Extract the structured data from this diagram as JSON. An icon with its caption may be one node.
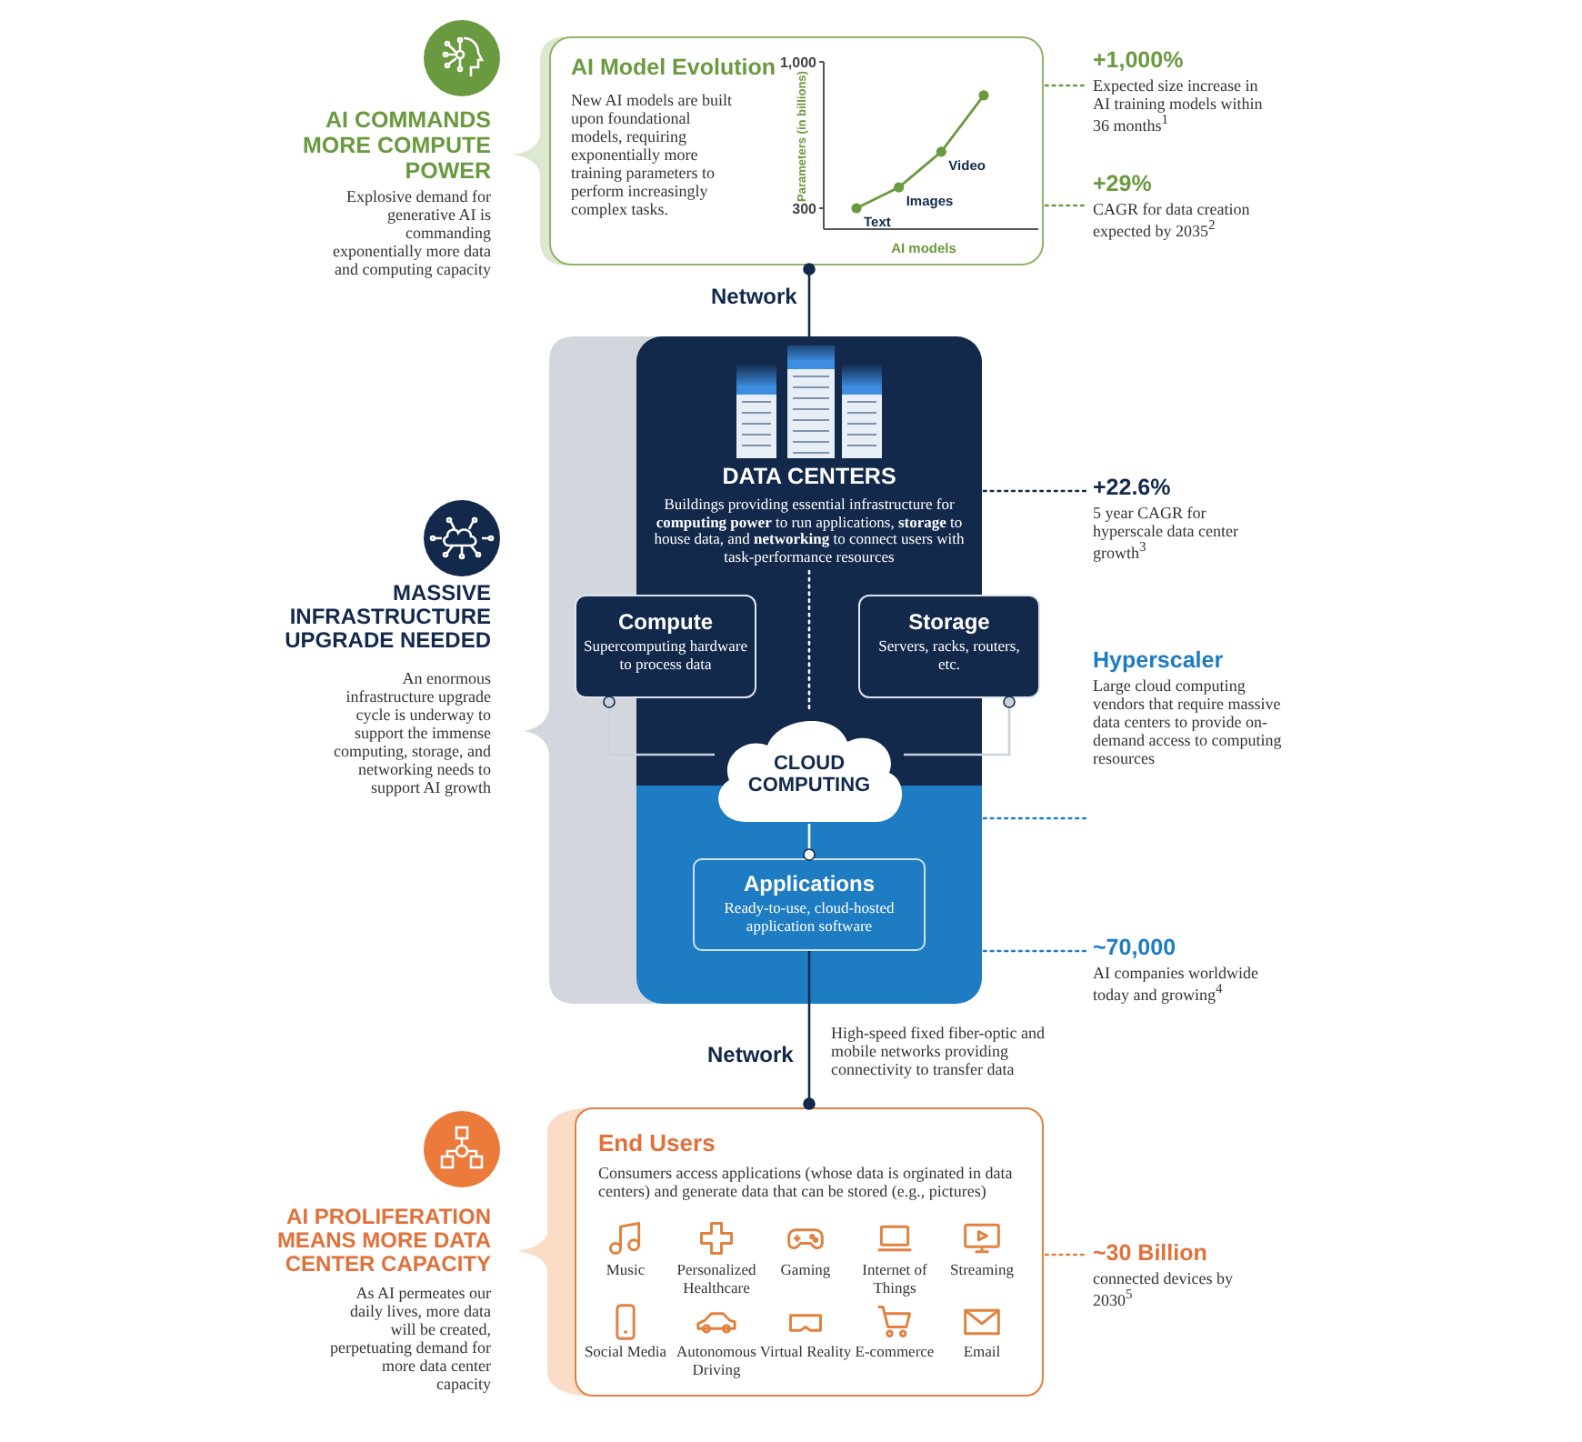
{
  "diagram": {
    "nodes": [
      {
        "text": [
          "AI Model Evolution",
          "New AI models are built upon foundational models, requiring exponentially more training parameters to perform increasingly complex tasks."
        ]
      },
      {
        "text": [
          "+1,000%",
          "Expected size increase in AI training models within 36 months$^{1}$"
        ]
      },
      {
        "text": [
          "+29%",
          "CAGR for data creation expected by 2035$^{2}$"
        ]
      },
      {
        "text": [
          "DATA CENTERS",
          "Buildings providing essential infrastructure for **computing power** to run applications, **storage** to house data, and **networking** to connect users with task-performance resources"
        ]
      },
      {
        "text": [
          "+22.6%",
          "5 year CAGR for hyperscale data center growth$^{3}$"
        ]
      },
      {
        "text": [
          "Compute",
          "Supercomputing hardware to process data"
        ]
      },
      {
        "text": [
          "Storage",
          "Servers, racks, routers, etc."
        ]
      },
      {
        "text": [
          "CLOUD COMPUTING"
        ],
        "in": 3
      },
      {
        "text": [
          "Hyperscaler",
          "Large cloud computing vendors that require massive data centers to provide on-demand access to computing resources"
        ]
      },
      {
        "text": [
          "Applications",
          "Ready-to-use, cloud-hosted application software"
        ],
        "in": 3
      },
      {
        "text": [
          "~70,000",
          "AI companies worldwide today and growing$^{4}$"
        ]
      },
      {
        "text": [
          "End Users",
          "Consumers access applications (whose data is orginated in data centers) and generate data that can be stored (e.g., pictures)"
        ]
      },
      {
        "text": [
          "~30 Billion",
          "connected devices by 2030$^{5}$"
        ]
      }
    ],
    "edges": [
      {
        "from": 3,
        "to": 0,
        "arrow": "other",
        "label": "Network",
        "color": "#13294b"
      },
      {
        "from": 9,
        "to": 11,
        "arrow": "other",
        "label": "Network",
        "color": "#13294b"
      },
      {
        "from": 0,
        "to": 1,
        "arrow": "none",
        "style": "dashed",
        "color": "#6a9a3f"
      },
      {
        "from": 0,
        "to": 2,
        "arrow": "none",
        "style": "dashed",
        "color": "#6a9a3f"
      },
      {
        "from": 3,
        "to": 4,
        "arrow": "none",
        "style": "dashed",
        "color": "#13294b"
      },
      {
        "from": 3,
        "to": 8,
        "arrow": "none",
        "style": "dashed",
        "color": "#1e7cc2"
      },
      {
        "from": 3,
        "to": 10,
        "arrow": "none",
        "style": "dashed",
        "color": "#1e7cc2"
      },
      {
        "from": 11,
        "to": 12,
        "arrow": "none",
        "style": "dashed",
        "color": "#e0813f"
      },
      {
        "from": 7,
        "to": 5,
        "arrow": "other",
        "color": "#c9d1dc"
      },
      {
        "from": 7,
        "to": 6,
        "arrow": "other",
        "color": "#c9d1dc"
      },
      {
        "from": 7,
        "to": 9,
        "arrow": "other",
        "color": "#ffffff"
      },
      {
        "from": 3,
        "to": 7,
        "arrow": "none",
        "style": "dashed",
        "color": "#ffffff"
      }
    ],
    "labels": [
      "AI COMMANDS MORE COMPUTE POWER",
      "Explosive demand for generative AI is commanding exponentially more data and computing capacity",
      "MASSIVE INFRASTRUCTURE UPGRADE NEEDED",
      "An enormous infrastructure upgrade cycle is underway to support the immense computing, storage, and networking needs to support AI growth",
      "High-speed fixed fiber-optic and mobile networks providing connectivity to transfer data",
      "AI PROLIFERATION MEANS MORE DATA CENTER CAPACITY",
      "As AI permeates our daily lives, more data will be created, perpetuating demand for more data center capacity",
      "Music",
      "Personalized Healthcare",
      "Gaming",
      "Internet of Things",
      "Streaming",
      "Social Media",
      "Autonomous Driving",
      "Virtual Reality",
      "E-commerce",
      "Email"
    ],
    "chart_data": {
      "type": "line",
      "xlabel": "AI models",
      "ylabel": "Parameters (in billions)",
      "categories": [
        null,
        null,
        null,
        null
      ],
      "annotations": [
        {
          "text": "Text"
        },
        {
          "text": "Images"
        },
        {
          "text": "Video"
        }
      ],
      "series": [
        {
          "color": "#6a9a3f",
          "marker": "circle",
          "values": [
            300,
            400,
            570,
            840
          ]
        }
      ],
      "ylim": [
        200,
        1000
      ],
      "yticks": [
        300,
        {
          "value": 1000,
          "label": "1,000"
        }
      ]
    }
  }
}
